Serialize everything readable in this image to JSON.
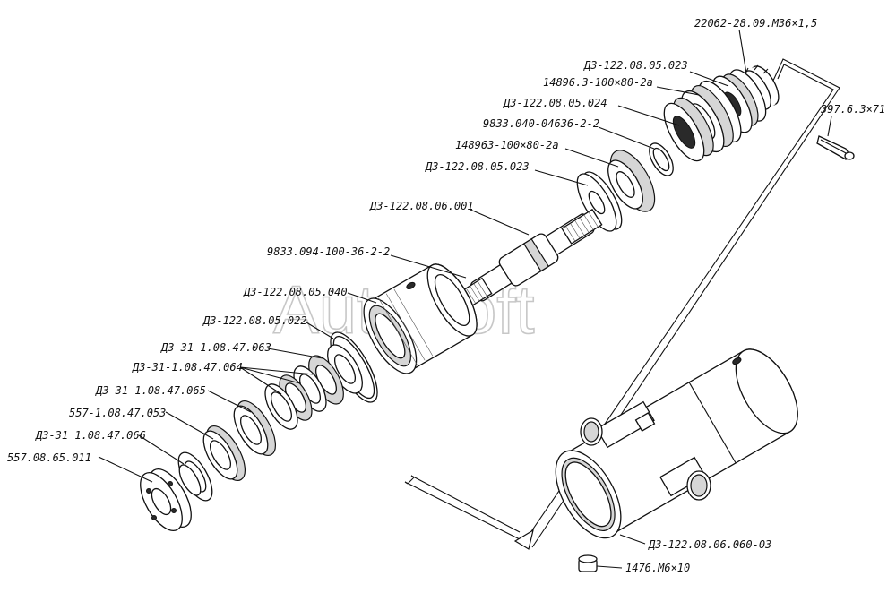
{
  "watermark": "AutoSoft",
  "labels": [
    {
      "id": "l1",
      "text": "22062-28.09.М36×1,5"
    },
    {
      "id": "l2",
      "text": "Д3-122.08.05.023"
    },
    {
      "id": "l3",
      "text": "14896.3-100×80-2а"
    },
    {
      "id": "l4",
      "text": "Д3-122.08.05.024"
    },
    {
      "id": "l5",
      "text": "9833.040-04636-2-2"
    },
    {
      "id": "l6",
      "text": "148963-100×80-2а"
    },
    {
      "id": "l7",
      "text": "Д3-122.08.05.023"
    },
    {
      "id": "l8",
      "text": "397.6.3×71"
    },
    {
      "id": "l9",
      "text": "Д3-122.08.06.001"
    },
    {
      "id": "l10",
      "text": "9833.094-100-36-2-2"
    },
    {
      "id": "l11",
      "text": "Д3-122.08.05.040"
    },
    {
      "id": "l12",
      "text": "Д3-122.08.05.022"
    },
    {
      "id": "l13",
      "text": "Д3-31-1.08.47.063"
    },
    {
      "id": "l14",
      "text": "Д3-31-1.08.47.064"
    },
    {
      "id": "l15",
      "text": "Д3-31-1.08.47.065"
    },
    {
      "id": "l16",
      "text": "557-1.08.47.053"
    },
    {
      "id": "l17",
      "text": "Д3-31 1.08.47.066"
    },
    {
      "id": "l18",
      "text": "557.08.65.011"
    },
    {
      "id": "l19",
      "text": "Д3-122.08.06.060-03"
    },
    {
      "id": "l20",
      "text": "1476.М6×10"
    }
  ]
}
